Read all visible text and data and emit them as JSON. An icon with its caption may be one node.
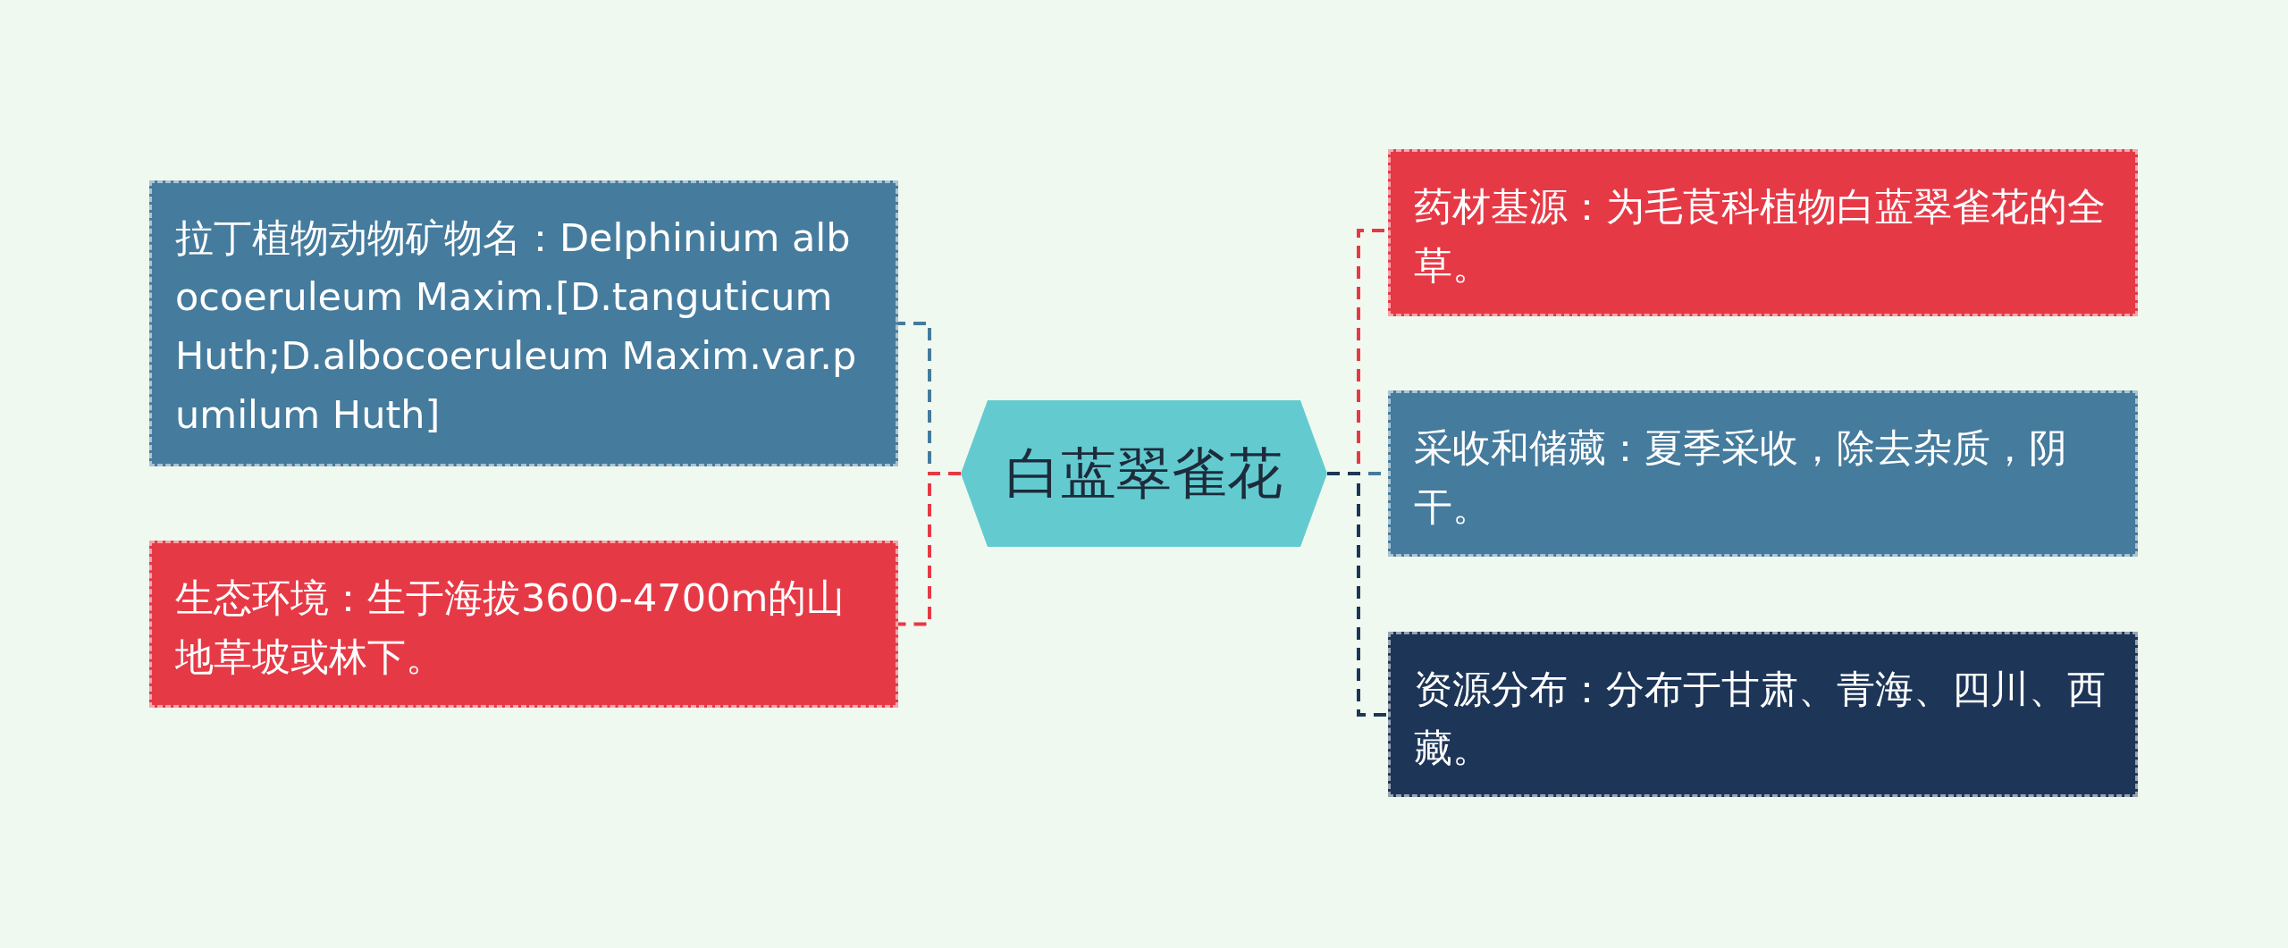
{
  "diagram": {
    "nodes": [
      {
        "text": [
          "白蓝翠雀花"
        ]
      },
      {
        "text": [
          "拉丁植物动物矿物名：Delphinium albocoeruleum Maxim.[D.tanguticum Huth;D.albocoeruleum Maxim.var.pumilum Huth]"
        ]
      },
      {
        "text": [
          "生态环境：生于海拔3600-4700m的山地草坡或林下。"
        ]
      },
      {
        "text": [
          "药材基源：为毛茛科植物白蓝翠雀花的全草。"
        ]
      },
      {
        "text": [
          "采收和储藏：夏季采收，除去杂质，阴干。"
        ]
      },
      {
        "text": [
          "资源分布：分布于甘肃、青海、四川、西藏。"
        ]
      }
    ],
    "edges": [
      {
        "from": 0,
        "to": 1,
        "arrow": "none",
        "style": "dashed",
        "color": "#457b9d"
      },
      {
        "from": 0,
        "to": 2,
        "arrow": "none",
        "style": "dashed",
        "color": "#e63946"
      },
      {
        "from": 0,
        "to": 3,
        "arrow": "none",
        "style": "dashed",
        "color": "#e63946"
      },
      {
        "from": 0,
        "to": 4,
        "arrow": "none",
        "style": "dashed",
        "color": "#457b9d"
      },
      {
        "from": 0,
        "to": 5,
        "arrow": "none",
        "style": "dashed",
        "color": "#1d3557"
      }
    ]
  }
}
